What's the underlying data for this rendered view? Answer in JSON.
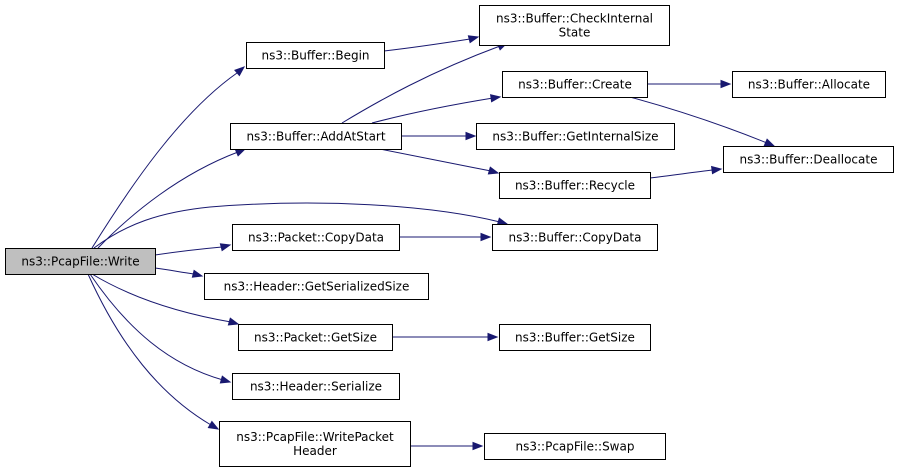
{
  "graph": {
    "nodes": [
      {
        "id": "write",
        "lines": [
          "ns3::PcapFile::Write"
        ],
        "root": true
      },
      {
        "id": "begin",
        "lines": [
          "ns3::Buffer::Begin"
        ]
      },
      {
        "id": "checkinternal",
        "lines": [
          "ns3::Buffer::CheckInternal",
          "State"
        ]
      },
      {
        "id": "addatstart",
        "lines": [
          "ns3::Buffer::AddAtStart"
        ]
      },
      {
        "id": "create",
        "lines": [
          "ns3::Buffer::Create"
        ]
      },
      {
        "id": "allocate",
        "lines": [
          "ns3::Buffer::Allocate"
        ]
      },
      {
        "id": "getinternalsize",
        "lines": [
          "ns3::Buffer::GetInternalSize"
        ]
      },
      {
        "id": "deallocate",
        "lines": [
          "ns3::Buffer::Deallocate"
        ]
      },
      {
        "id": "recycle",
        "lines": [
          "ns3::Buffer::Recycle"
        ]
      },
      {
        "id": "pkt_copydata",
        "lines": [
          "ns3::Packet::CopyData"
        ]
      },
      {
        "id": "buf_copydata",
        "lines": [
          "ns3::Buffer::CopyData"
        ]
      },
      {
        "id": "hdr_getserializedsize",
        "lines": [
          "ns3::Header::GetSerializedSize"
        ]
      },
      {
        "id": "pkt_getsize",
        "lines": [
          "ns3::Packet::GetSize"
        ]
      },
      {
        "id": "buf_getsize",
        "lines": [
          "ns3::Buffer::GetSize"
        ]
      },
      {
        "id": "hdr_serialize",
        "lines": [
          "ns3::Header::Serialize"
        ]
      },
      {
        "id": "writepacketheader",
        "lines": [
          "ns3::PcapFile::WritePacket",
          "Header"
        ]
      },
      {
        "id": "swap",
        "lines": [
          "ns3::PcapFile::Swap"
        ]
      }
    ],
    "edges": [
      {
        "from": "write",
        "to": "begin"
      },
      {
        "from": "write",
        "to": "addatstart"
      },
      {
        "from": "write",
        "to": "buf_copydata"
      },
      {
        "from": "write",
        "to": "pkt_copydata"
      },
      {
        "from": "write",
        "to": "hdr_getserializedsize"
      },
      {
        "from": "write",
        "to": "pkt_getsize"
      },
      {
        "from": "write",
        "to": "hdr_serialize"
      },
      {
        "from": "write",
        "to": "writepacketheader"
      },
      {
        "from": "begin",
        "to": "checkinternal"
      },
      {
        "from": "addatstart",
        "to": "checkinternal"
      },
      {
        "from": "addatstart",
        "to": "create"
      },
      {
        "from": "addatstart",
        "to": "getinternalsize"
      },
      {
        "from": "addatstart",
        "to": "recycle"
      },
      {
        "from": "create",
        "to": "allocate"
      },
      {
        "from": "create",
        "to": "deallocate"
      },
      {
        "from": "recycle",
        "to": "deallocate"
      },
      {
        "from": "pkt_copydata",
        "to": "buf_copydata"
      },
      {
        "from": "pkt_getsize",
        "to": "buf_getsize"
      },
      {
        "from": "writepacketheader",
        "to": "swap"
      }
    ]
  }
}
